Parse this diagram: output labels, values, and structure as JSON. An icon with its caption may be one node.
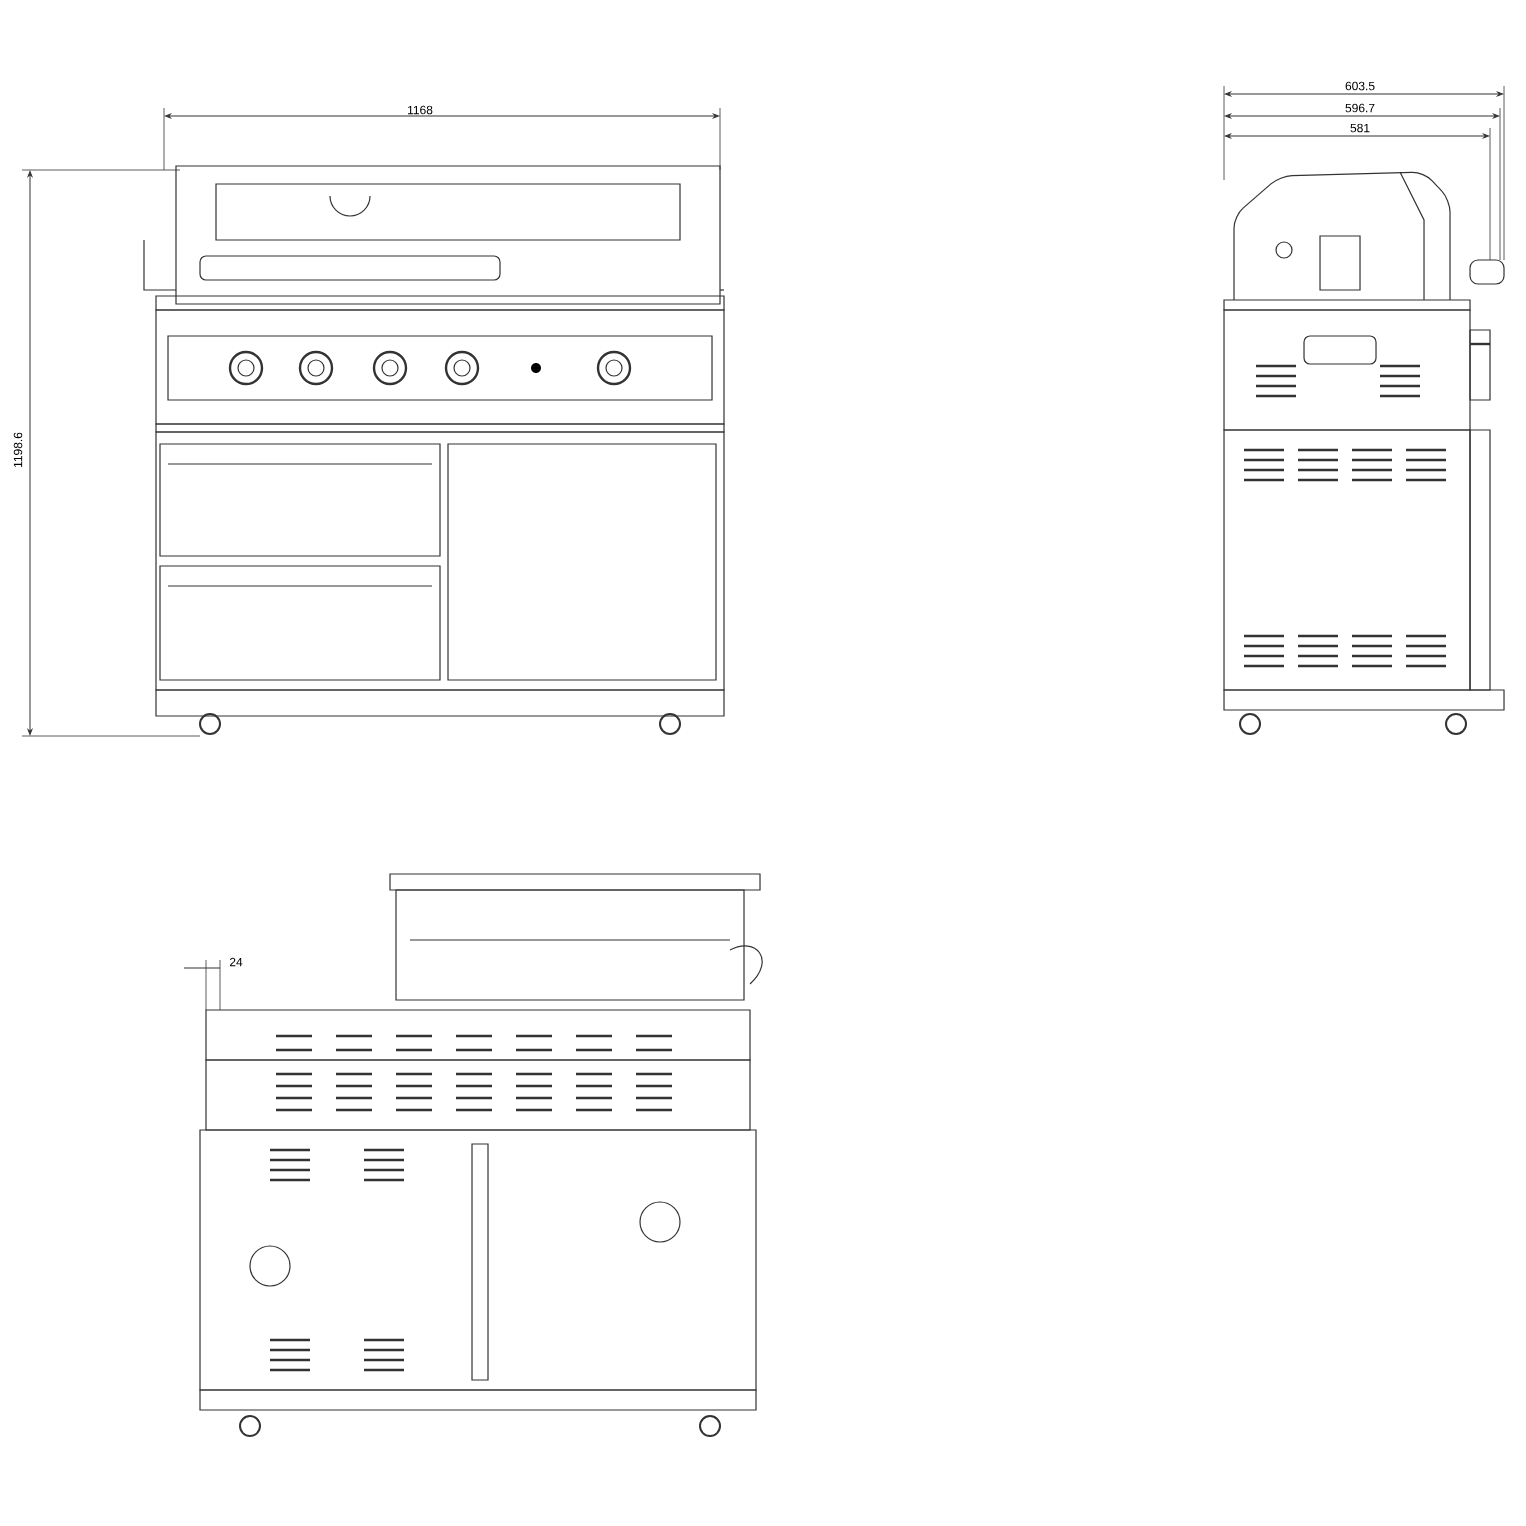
{
  "diagram": {
    "labels": [
      "1168",
      "1198.6",
      "603.5",
      "596.7",
      "581",
      "24"
    ]
  }
}
